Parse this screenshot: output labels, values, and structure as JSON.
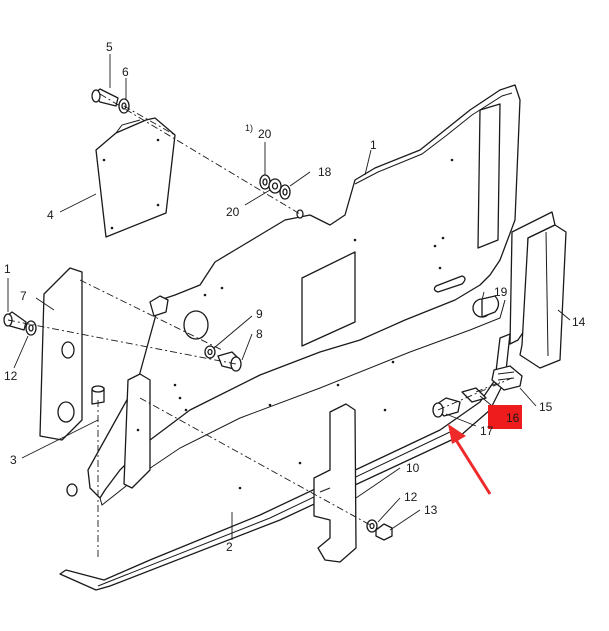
{
  "diagram": {
    "footnote_marker": "1)",
    "highlight_color": "#ee1c1c",
    "arrow_color": "#ee2a2a",
    "callouts": {
      "c5": "5",
      "c6": "6",
      "c20a": "20",
      "c1a": "1",
      "c18": "18",
      "c20b": "20",
      "c4": "4",
      "c1b": "1",
      "c7": "7",
      "c12a": "12",
      "c3": "3",
      "c9": "9",
      "c8": "8",
      "c19": "19",
      "c14": "14",
      "c16": "16",
      "c15": "15",
      "c17": "17",
      "c10": "10",
      "c12b": "12",
      "c13": "13",
      "c2": "2"
    }
  }
}
